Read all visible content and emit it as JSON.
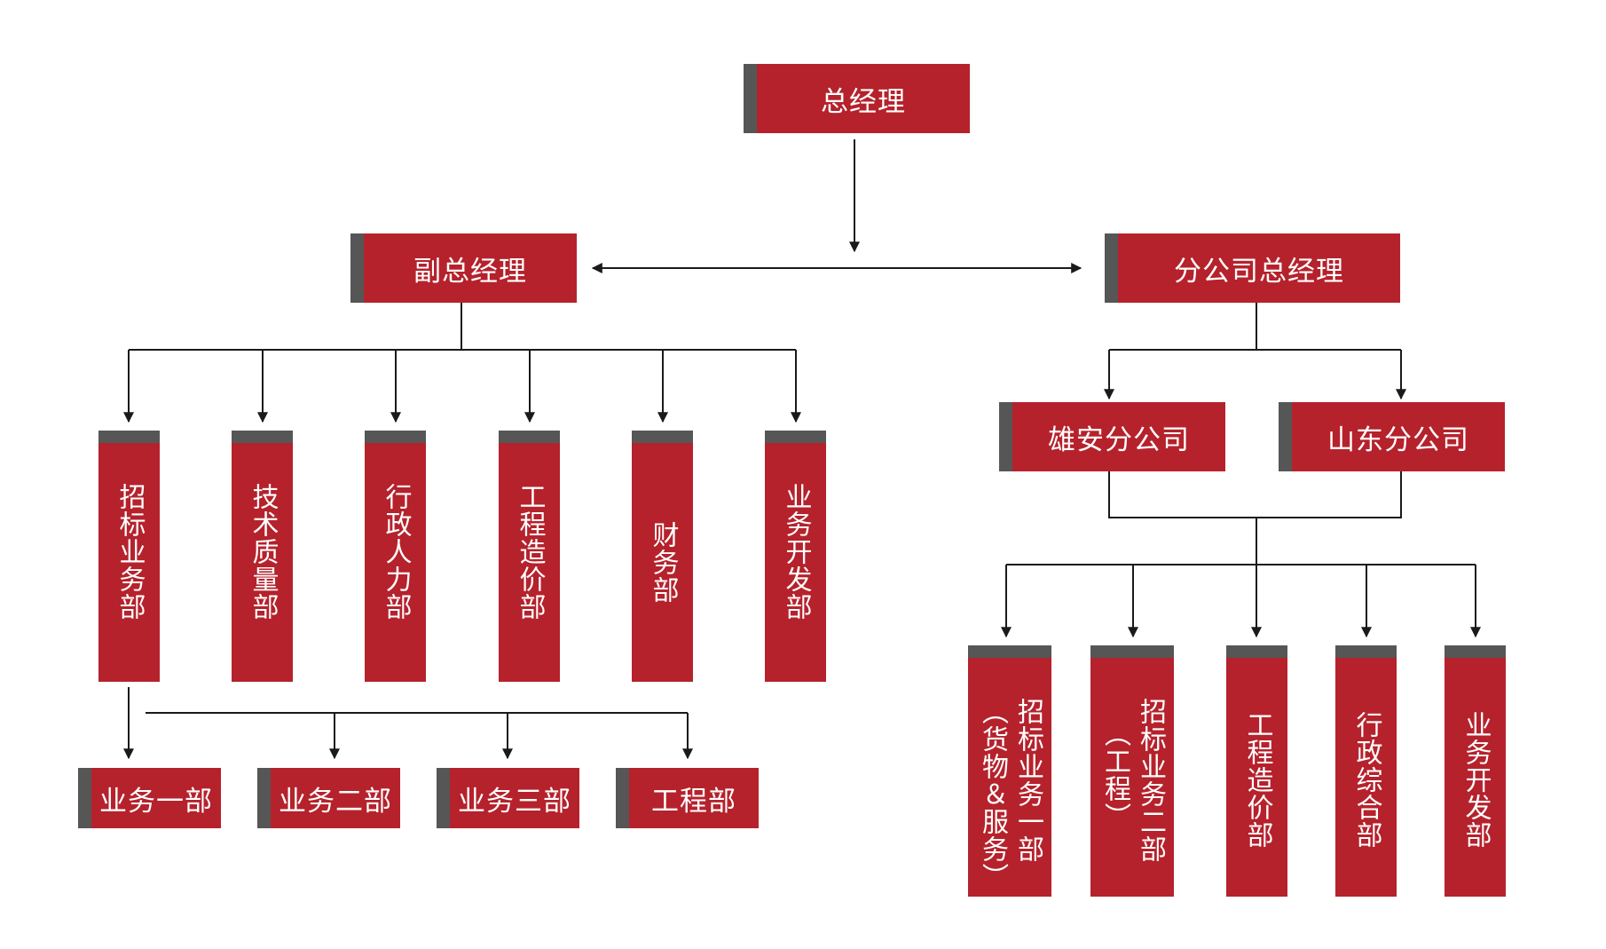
{
  "colors": {
    "box_fill": "#b5222c",
    "box_accent": "#565656",
    "connector": "#1a1a1a",
    "text": "#ffffff"
  },
  "general_manager": "总经理",
  "deputy_gm": "副总经理",
  "branch_gm": "分公司总经理",
  "departments": [
    "招标业务部",
    "技术质量部",
    "行政人力部",
    "工程造价部",
    "财务部",
    "业务开发部"
  ],
  "bidding_units": [
    "业务一部",
    "业务二部",
    "业务三部",
    "工程部"
  ],
  "branches": [
    "雄安分公司",
    "山东分公司"
  ],
  "branch_departments": [
    {
      "line1": "招标业务一部",
      "line2": "（货物＆服务）"
    },
    {
      "line1": "招标业务二部",
      "line2": "（工程）"
    },
    {
      "line1": "工程造价部"
    },
    {
      "line1": "行政综合部"
    },
    {
      "line1": "业务开发部"
    }
  ]
}
